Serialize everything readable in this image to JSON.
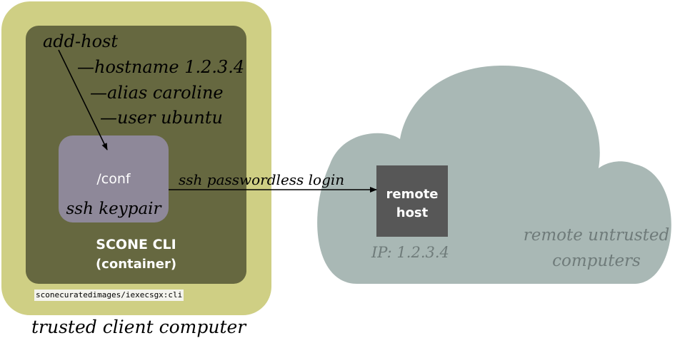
{
  "command": {
    "name": "add-host",
    "opt_hostname": "—hostname 1.2.3.4",
    "opt_alias": "—alias caroline",
    "opt_user": "—user ubuntu"
  },
  "conf_box": {
    "label": "/conf",
    "sublabel": "ssh keypair"
  },
  "cli_container": {
    "title": "SCONE CLI",
    "subtitle": "(container)",
    "image_name": "sconecuratedimages/iexecsgx:cli"
  },
  "client": {
    "label": "trusted client computer"
  },
  "connection": {
    "label": "ssh passwordless login"
  },
  "remote_host": {
    "title_line1": "remote",
    "title_line2": "host",
    "ip": "IP: 1.2.3.4"
  },
  "cloud": {
    "label_line1": "remote untrusted",
    "label_line2": "computers"
  },
  "colors": {
    "client_outer": "#cfcf84",
    "cli_inner": "#666840",
    "conf_box": "#8e8899",
    "cloud": "#a9b8b5",
    "remote_host": "#575757",
    "cloud_text": "#6f7b7a"
  }
}
